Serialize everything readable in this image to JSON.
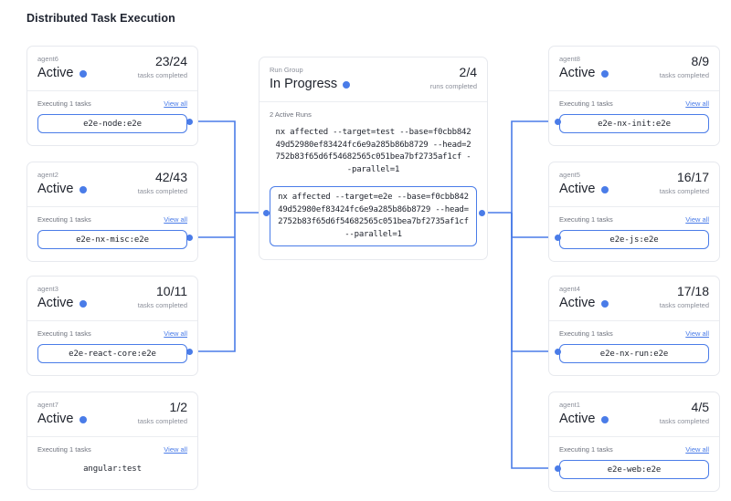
{
  "page": {
    "title": "Distributed Task Execution",
    "accent_color": "#4a7ce8",
    "card_border_color": "#e7e9ee",
    "text_color": "#20242e",
    "muted_text_color": "#8b8f9a"
  },
  "labels": {
    "tasks_completed": "tasks completed",
    "runs_completed": "runs completed",
    "executing": "Executing 1 tasks",
    "view_all": "View all",
    "active_runs": "2 Active Runs"
  },
  "run_group": {
    "kind": "Run Group",
    "status": "In Progress",
    "ratio": "2/4",
    "sub": "runs completed",
    "active_runs_label": "2 Active Runs",
    "commands": [
      {
        "text": "nx affected --target=test --base=f0cbb84249d52980ef83424fc6e9a285b86b8729 --head=2752b83f65d6f54682565c051bea7bf2735af1cf --parallel=1",
        "highlighted": false
      },
      {
        "text": "nx affected --target=e2e --base=f0cbb84249d52980ef83424fc6e9a285b86b8729 --head=2752b83f65d6f54682565c051bea7bf2735af1cf --parallel=1",
        "highlighted": true
      }
    ]
  },
  "left_agents": [
    {
      "name": "agent6",
      "state": "Active",
      "ratio": "23/24",
      "sub": "tasks completed",
      "executing": "Executing 1 tasks",
      "view_all": "View all",
      "task": "e2e-node:e2e",
      "connected": true
    },
    {
      "name": "agent2",
      "state": "Active",
      "ratio": "42/43",
      "sub": "tasks completed",
      "executing": "Executing 1 tasks",
      "view_all": "View all",
      "task": "e2e-nx-misc:e2e",
      "connected": true
    },
    {
      "name": "agent3",
      "state": "Active",
      "ratio": "10/11",
      "sub": "tasks completed",
      "executing": "Executing 1 tasks",
      "view_all": "View all",
      "task": "e2e-react-core:e2e",
      "connected": true
    },
    {
      "name": "agent7",
      "state": "Active",
      "ratio": "1/2",
      "sub": "tasks completed",
      "executing": "Executing 1 tasks",
      "view_all": "View all",
      "task": "angular:test",
      "connected": false
    }
  ],
  "right_agents": [
    {
      "name": "agent8",
      "state": "Active",
      "ratio": "8/9",
      "sub": "tasks completed",
      "executing": "Executing 1 tasks",
      "view_all": "View all",
      "task": "e2e-nx-init:e2e",
      "connected": true
    },
    {
      "name": "agent5",
      "state": "Active",
      "ratio": "16/17",
      "sub": "tasks completed",
      "executing": "Executing 1 tasks",
      "view_all": "View all",
      "task": "e2e-js:e2e",
      "connected": true
    },
    {
      "name": "agent4",
      "state": "Active",
      "ratio": "17/18",
      "sub": "tasks completed",
      "executing": "Executing 1 tasks",
      "view_all": "View all",
      "task": "e2e-nx-run:e2e",
      "connected": true
    },
    {
      "name": "agent1",
      "state": "Active",
      "ratio": "4/5",
      "sub": "tasks completed",
      "executing": "Executing 1 tasks",
      "view_all": "View all",
      "task": "e2e-web:e2e",
      "connected": true
    }
  ]
}
